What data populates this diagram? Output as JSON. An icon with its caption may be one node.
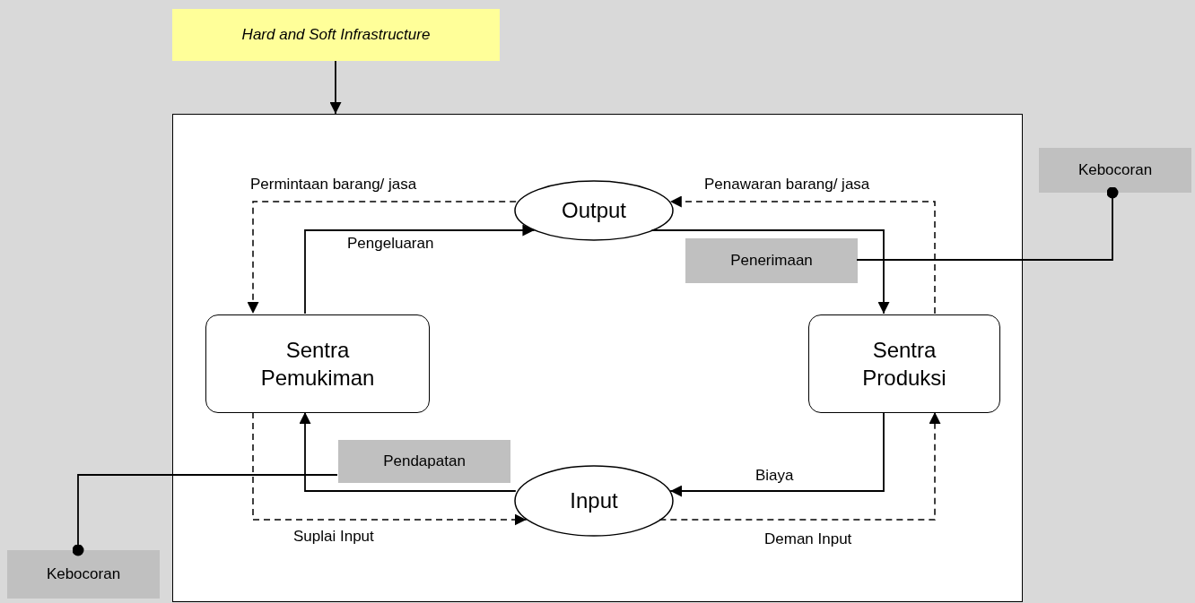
{
  "diagram": {
    "nodes": [
      {
        "text": [
          "Hard and Soft Infrastructure"
        ]
      },
      {
        "text": [],
        "shape": "box"
      },
      {
        "text": [
          "Output"
        ],
        "in": 1
      },
      {
        "text": [
          "Sentra Pemukiman"
        ],
        "in": 1
      },
      {
        "text": [
          "Sentra Produksi"
        ],
        "in": 1
      },
      {
        "text": [
          "Input"
        ],
        "in": 1
      },
      {
        "text": [
          "Penerimaan"
        ],
        "in": 1
      },
      {
        "text": [
          "Pendapatan"
        ],
        "in": 1
      },
      {
        "text": [
          "Kebocoran"
        ]
      },
      {
        "text": [
          "Kebocoran"
        ]
      }
    ],
    "edges": [
      {
        "from": 0,
        "to": 1,
        "arrow": "to"
      },
      {
        "from": 3,
        "to": 2,
        "arrow": "to",
        "label": "Pengeluaran"
      },
      {
        "from": 2,
        "to": 3,
        "arrow": "to",
        "label": "Permintaan barang/ jasa",
        "style": "dashed"
      },
      {
        "from": 4,
        "to": 2,
        "arrow": "to",
        "label": "Penawaran barang/ jasa",
        "style": "dashed"
      },
      {
        "from": 2,
        "to": 4,
        "arrow": "to"
      },
      {
        "from": 4,
        "to": 5,
        "arrow": "to",
        "label": "Biaya"
      },
      {
        "from": 5,
        "to": 3,
        "arrow": "to"
      },
      {
        "from": 3,
        "to": 5,
        "arrow": "to",
        "label": "Suplai Input",
        "style": "dashed"
      },
      {
        "from": 5,
        "to": 4,
        "arrow": "to",
        "label": "Deman Input",
        "style": "dashed"
      },
      {
        "from": 7,
        "to": 9,
        "arrow": "other"
      },
      {
        "from": 6,
        "to": 8,
        "arrow": "other"
      }
    ]
  }
}
